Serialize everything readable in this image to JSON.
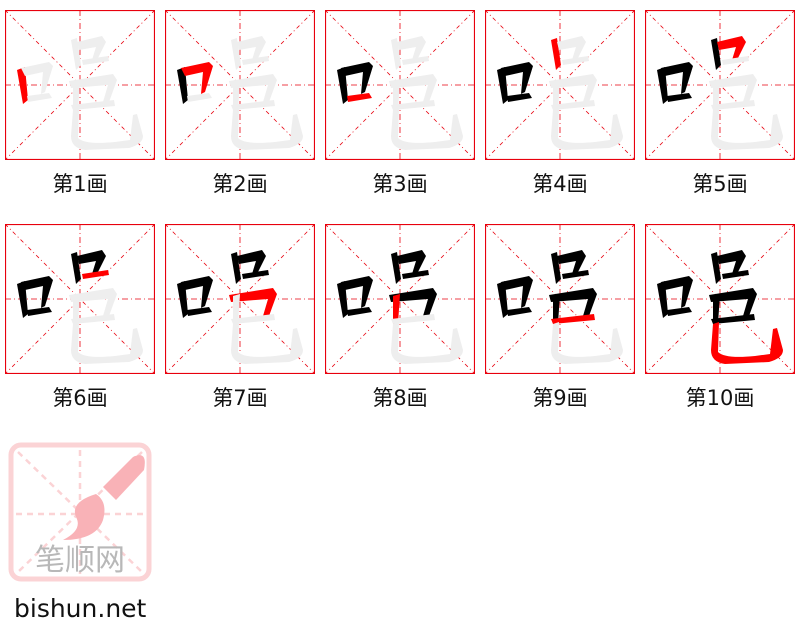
{
  "character": "唈",
  "grid_color": "#e8000d",
  "ghost_color": "#eeeeee",
  "done_color": "#000000",
  "current_color": "#ff0000",
  "steps": [
    {
      "label": "第1画"
    },
    {
      "label": "第2画"
    },
    {
      "label": "第3画"
    },
    {
      "label": "第4画"
    },
    {
      "label": "第5画"
    },
    {
      "label": "第6画"
    },
    {
      "label": "第7画"
    },
    {
      "label": "第8画"
    },
    {
      "label": "第9画"
    },
    {
      "label": "第10画"
    }
  ],
  "logo": {
    "text": "笔顺网"
  },
  "site": {
    "name": "bishun.net"
  }
}
